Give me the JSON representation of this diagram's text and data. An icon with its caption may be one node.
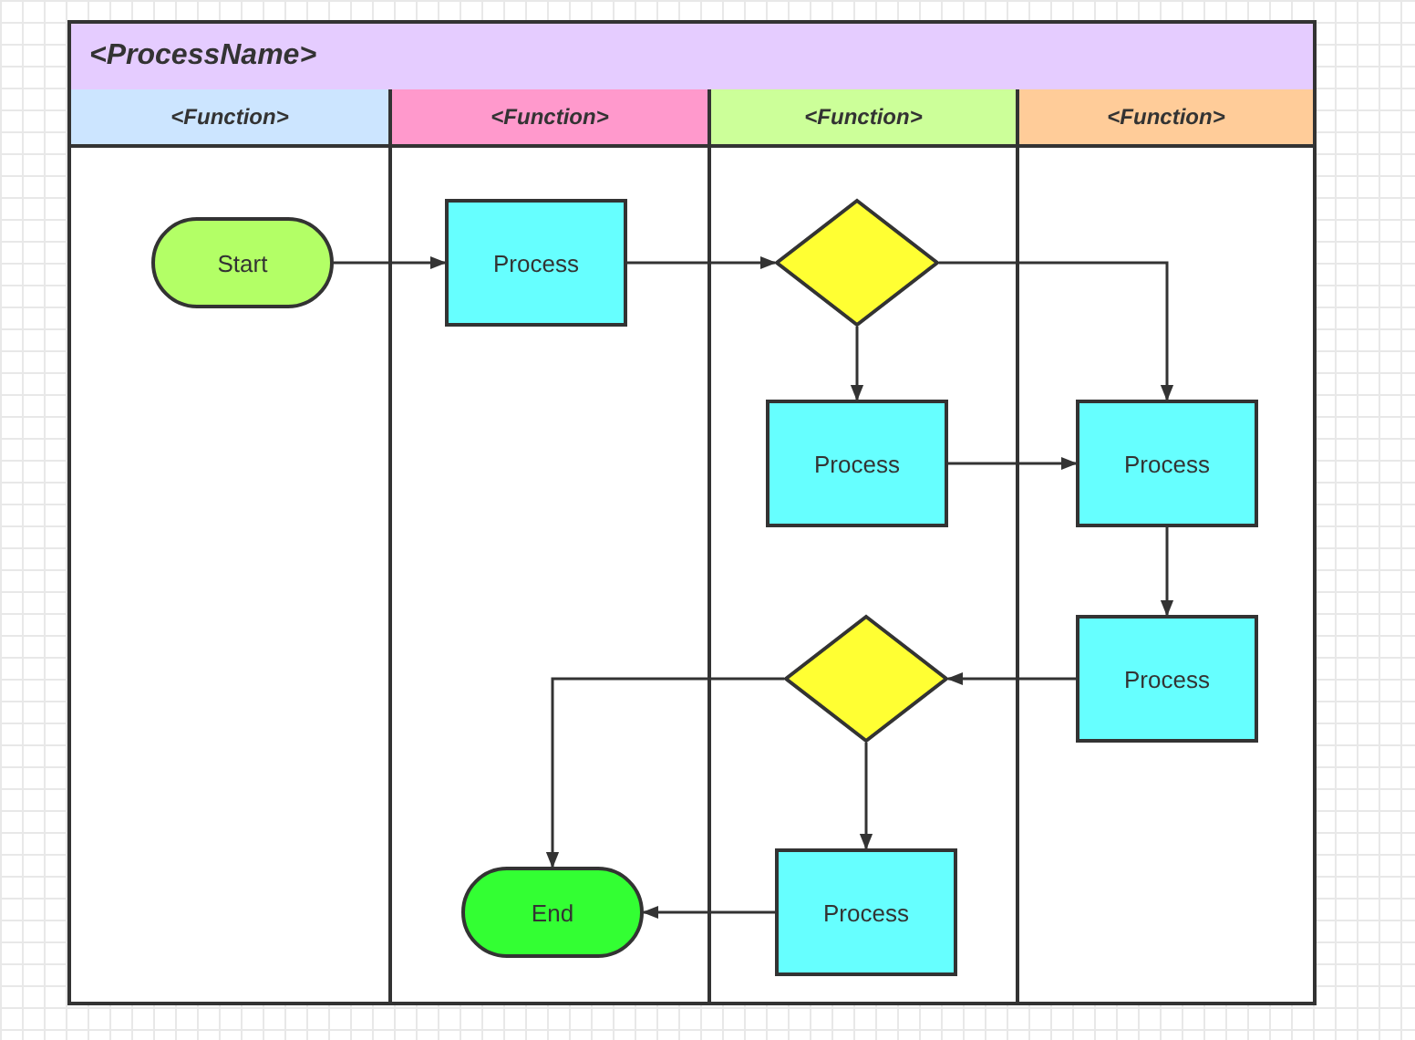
{
  "diagram": {
    "nodes": [
      {
        "text": [
          "<ProcessName>"
        ]
      },
      {
        "text": [
          "<Function>"
        ],
        "in": 0
      },
      {
        "text": [
          "<Function>"
        ],
        "in": 0
      },
      {
        "text": [
          "<Function>"
        ],
        "in": 0
      },
      {
        "text": [
          "<Function>"
        ],
        "in": 0
      },
      {
        "text": [
          "Start"
        ],
        "in": 1
      },
      {
        "text": [
          "Process"
        ],
        "in": 2
      },
      {
        "text": [],
        "shape": "diamond",
        "in": 3
      },
      {
        "text": [
          "Process"
        ],
        "in": 3
      },
      {
        "text": [
          "Process"
        ],
        "in": 4
      },
      {
        "text": [
          "Process"
        ],
        "in": 4
      },
      {
        "text": [],
        "shape": "diamond",
        "in": 3
      },
      {
        "text": [
          "Process"
        ],
        "in": 3
      },
      {
        "text": [
          "End"
        ],
        "in": 2
      }
    ],
    "edges": [
      {
        "from": 5,
        "to": 6,
        "arrow": "to"
      },
      {
        "from": 6,
        "to": 7,
        "arrow": "to"
      },
      {
        "from": 7,
        "to": 8,
        "arrow": "to"
      },
      {
        "from": 7,
        "to": 9,
        "arrow": "to"
      },
      {
        "from": 8,
        "to": 9,
        "arrow": "to"
      },
      {
        "from": 9,
        "to": 10,
        "arrow": "to"
      },
      {
        "from": 10,
        "to": 11,
        "arrow": "to"
      },
      {
        "from": 11,
        "to": 13,
        "arrow": "to"
      },
      {
        "from": 11,
        "to": 12,
        "arrow": "to"
      },
      {
        "from": 12,
        "to": 13,
        "arrow": "to"
      }
    ]
  }
}
